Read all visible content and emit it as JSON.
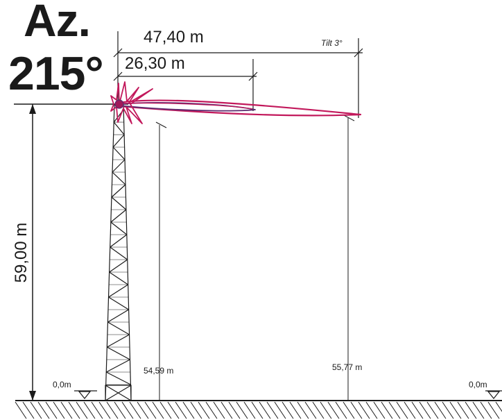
{
  "azimuth": {
    "label": "Az.",
    "value": "215°"
  },
  "dimensions": {
    "distance_long": "47,40 m",
    "distance_short": "26,30 m",
    "tilt": "Tilt 3°",
    "antenna_height": "59,00 m"
  },
  "ground_points": {
    "near": "54,59 m",
    "far": "55,77 m",
    "ground_left": "0,0m",
    "ground_right": "0,0m"
  },
  "colors": {
    "ink": "#1a1a1a",
    "beam_main": "#c2185b",
    "beam_inner": "#5b2a6e"
  }
}
